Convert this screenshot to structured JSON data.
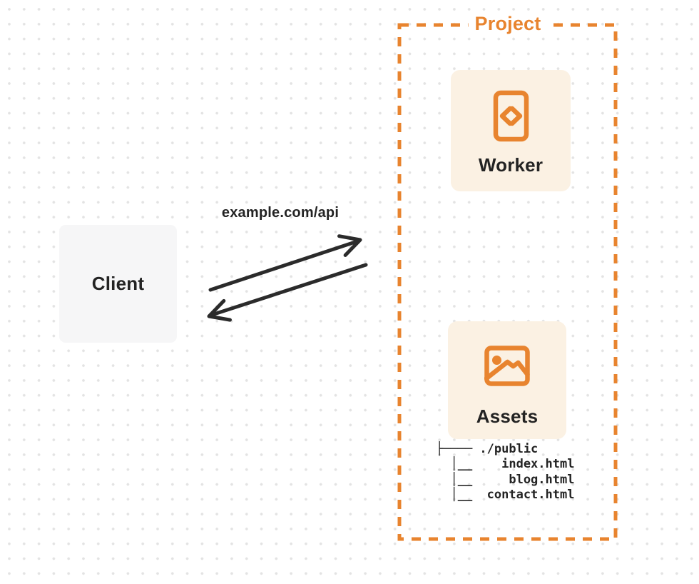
{
  "colors": {
    "bg": "#FFFFFF",
    "dot": "#E3E3E3",
    "accent": "#E8842F",
    "card-fill": "#FBF1E3",
    "client-fill": "#F6F6F7",
    "ink": "#232323",
    "arrow": "#2B2B2B"
  },
  "client": {
    "label": "Client"
  },
  "connection": {
    "label": "example.com/api",
    "request_icon": "arrow-up-right-icon",
    "response_icon": "arrow-down-left-icon"
  },
  "project": {
    "label": "Project",
    "worker": {
      "label": "Worker",
      "icon": "code-file-icon"
    },
    "assets": {
      "label": "Assets",
      "icon": "image-icon",
      "tree_lines": [
        "├──── ./public",
        "  │__    index.html",
        "  │__     blog.html",
        "  │__  contact.html"
      ]
    }
  }
}
